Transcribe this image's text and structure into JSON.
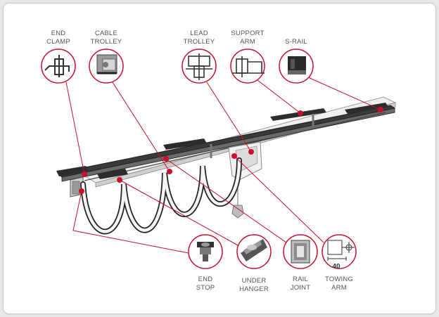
{
  "labels": {
    "end_clamp": "END\nCLAMP",
    "cable_trolley": "CABLE\nTROLLEY",
    "lead_trolley": "LEAD\nTROLLEY",
    "support_arm": "SUPPORT\nARM",
    "s_rail": "S-RAIL",
    "end_stop": "END\nSTOP",
    "under_hanger": "UNDER\nHANGER",
    "rail_joint": "RAIL\nJOINT",
    "towing_arm": "TOWING\nARM"
  },
  "dimension_label": "40",
  "colors": {
    "accent": "#c8102e",
    "callout_ring": "#c8102e",
    "text": "#555555",
    "rail_dark": "#2a2a2a"
  }
}
